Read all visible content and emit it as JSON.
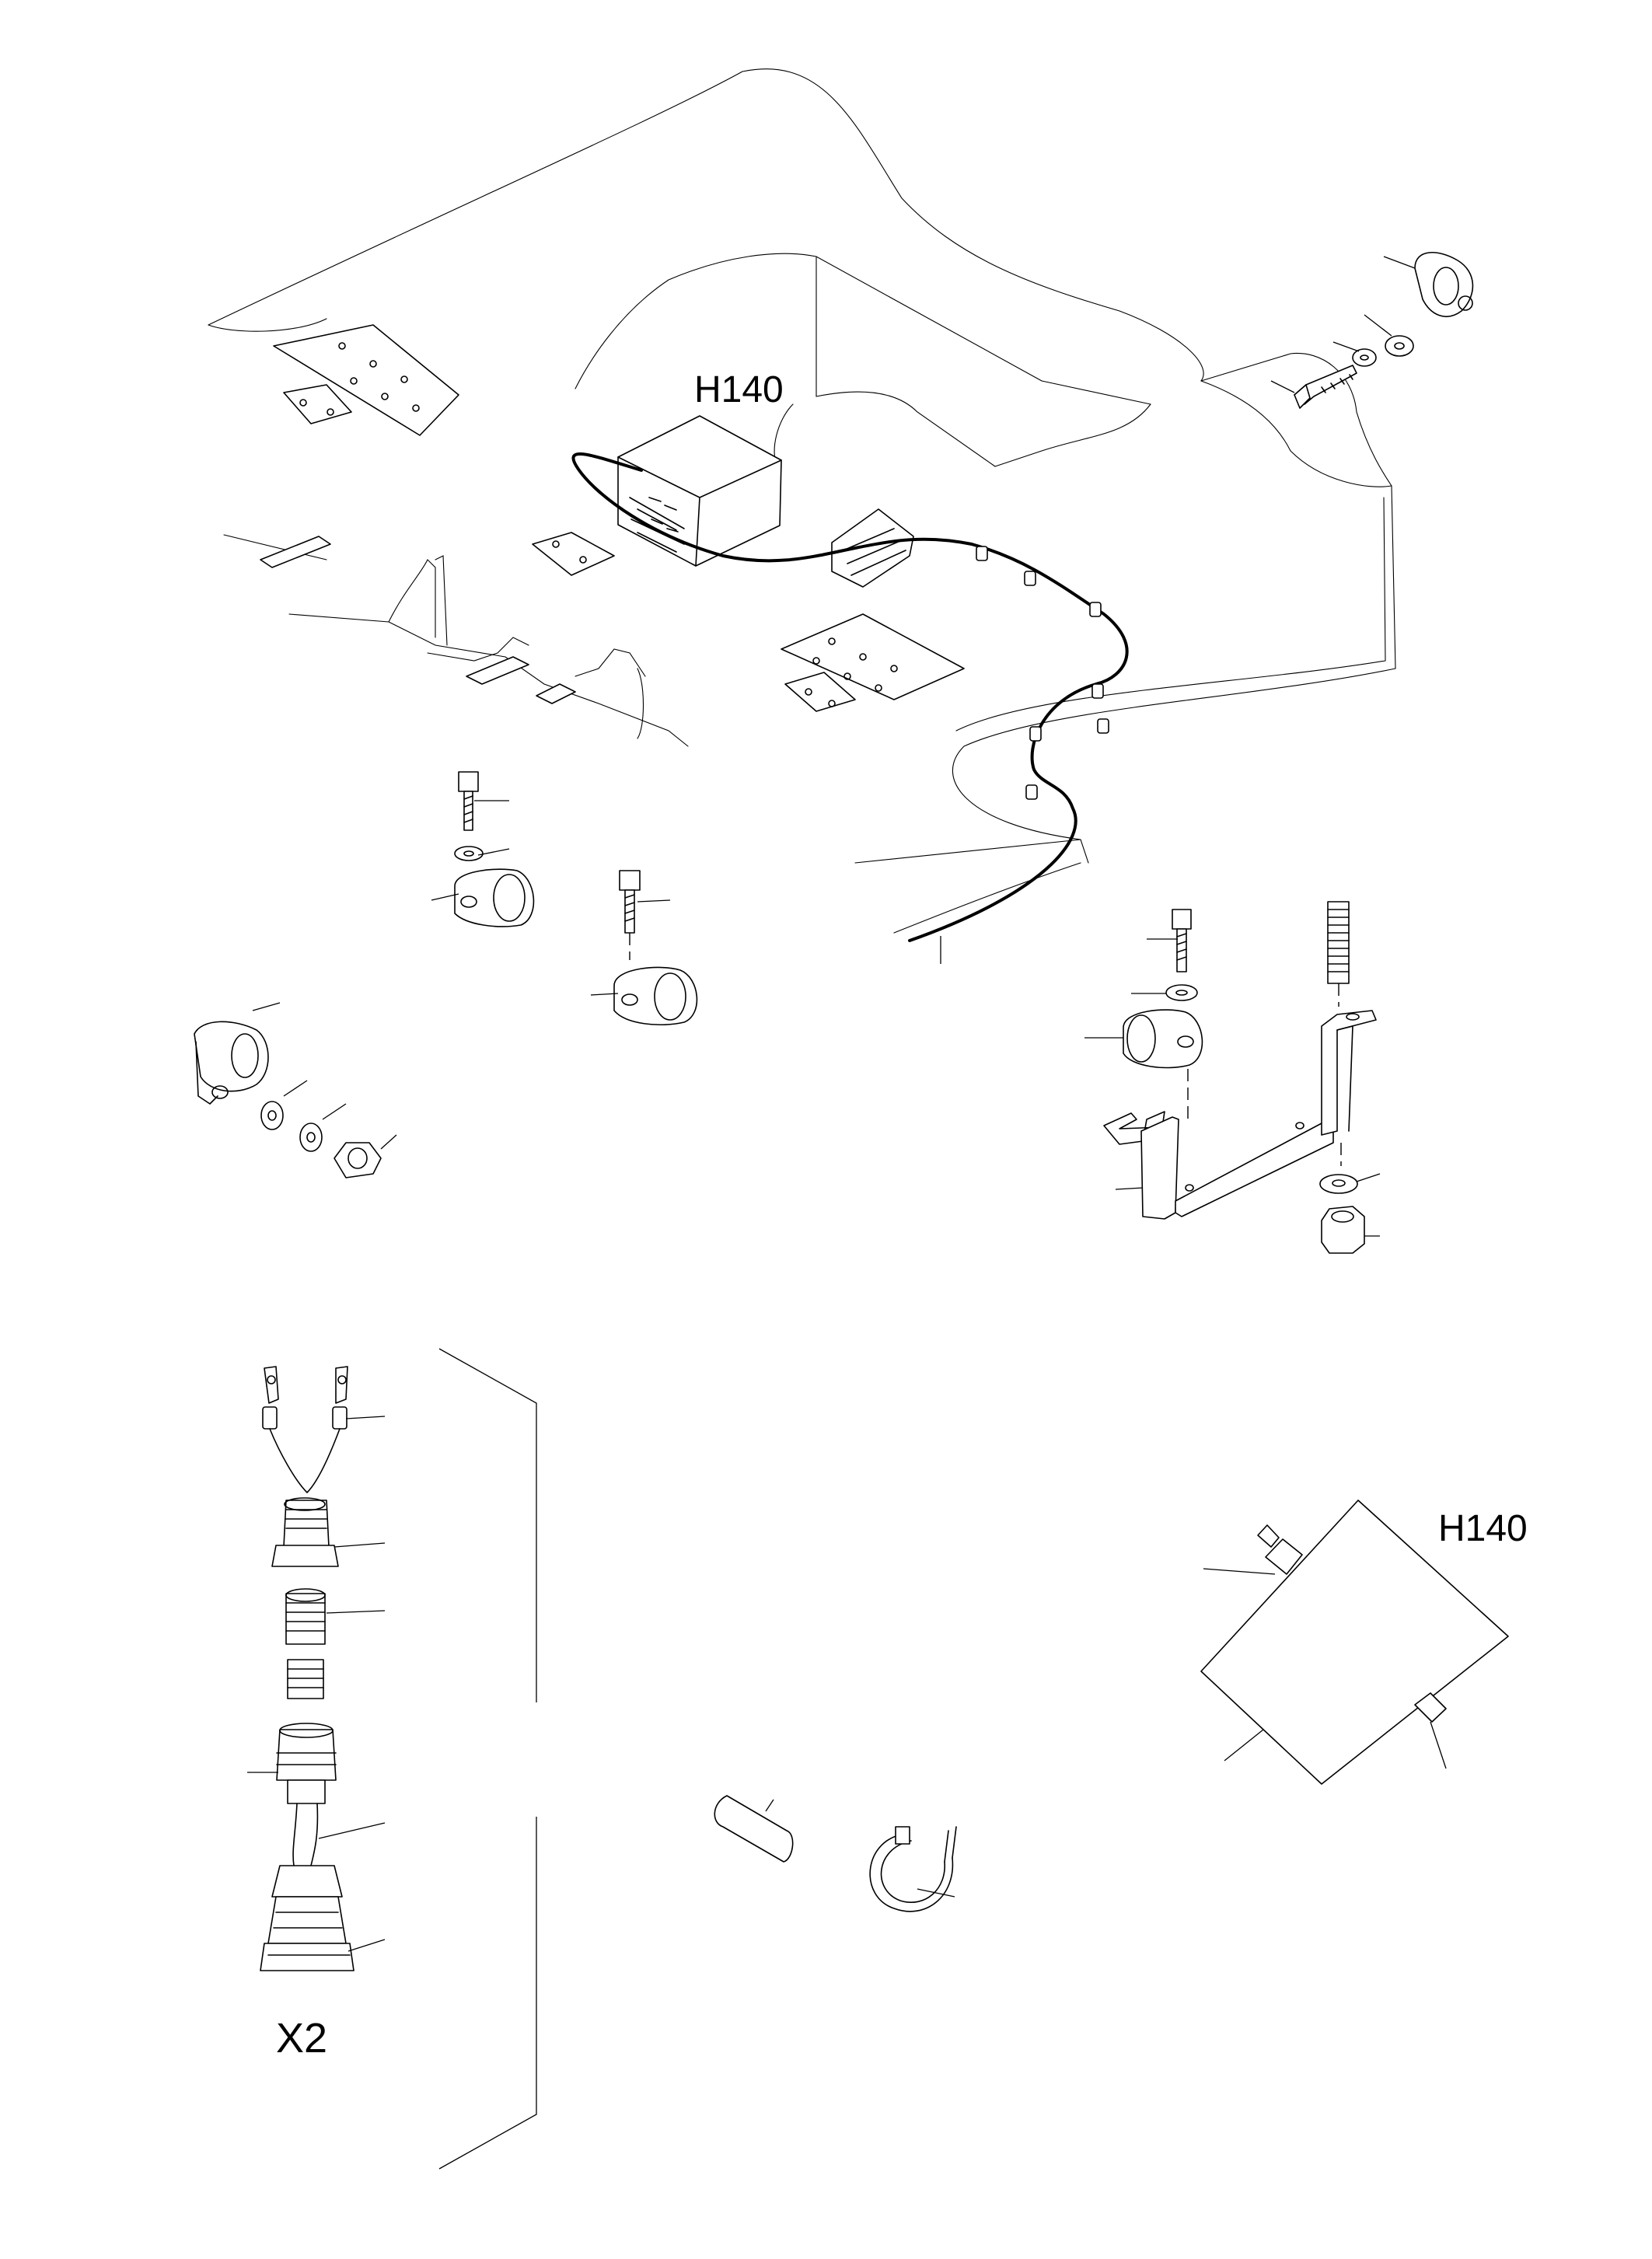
{
  "labels": {
    "heater_top": "H140",
    "heater_detail": "H140",
    "connector_detail": "X2"
  },
  "icons": [
    "heater-unit-icon",
    "cable-harness-icon",
    "cable-clip-icon",
    "bolt-icon",
    "washer-icon",
    "nut-icon",
    "mounting-bracket-icon",
    "threaded-rod-icon",
    "cable-lug-icon",
    "cable-gland-icon",
    "connector-plug-icon",
    "heat-shrink-sleeve-icon",
    "cable-tie-icon"
  ]
}
